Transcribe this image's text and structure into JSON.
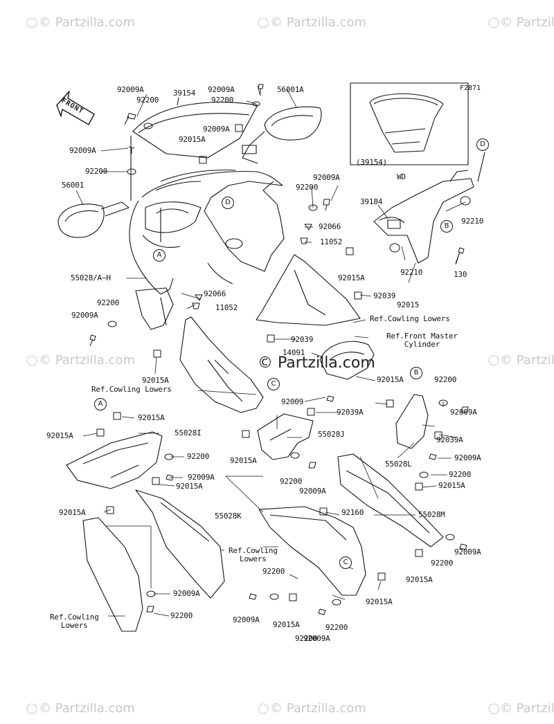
{
  "figure_id": "F2871",
  "front_label": "FRONT",
  "watermarks": {
    "brand": "© Partzilla.com",
    "center": "© Partzilla.com"
  },
  "inset": {
    "part": "(39154)",
    "variant": "WD"
  },
  "callouts": [
    "A",
    "B",
    "C",
    "D"
  ],
  "part_labels": {
    "p1": "92009A",
    "p2": "39154",
    "p3": "92009A",
    "p4": "56001A",
    "p5": "92200",
    "p6": "92200",
    "p7": "92009A",
    "p8": "92015A",
    "p9": "92009A",
    "p10": "92200",
    "p11": "56001",
    "p12": "92009A",
    "p13": "92200",
    "p14": "92066",
    "p15": "11052",
    "p16": "39184",
    "p17": "92210",
    "p18": "92210",
    "p19": "130",
    "p20": "92015A",
    "p21": "92015",
    "p22": "55028/A~H",
    "p23": "92200",
    "p24": "92009A",
    "p25": "92066",
    "p26": "11052",
    "p27": "92039",
    "p28": "92039",
    "p29": "14091",
    "p30": "92015A",
    "p31": "92015A",
    "p32": "92200",
    "p33": "92009",
    "p34": "92039A",
    "p35": "92009A",
    "p36": "92039A",
    "p37": "92015A",
    "p38": "92015A",
    "p39": "55028I",
    "p40": "55028J",
    "p41": "55028L",
    "p42": "92200",
    "p43": "92009A",
    "p44": "92015A",
    "p45": "92200",
    "p46": "92009A",
    "p47": "92015A",
    "p48": "92200",
    "p49": "92009A",
    "p50": "92015A",
    "p51": "92015A",
    "p52": "55028K",
    "p53": "92160",
    "p54": "55028M",
    "p55": "92009A",
    "p56": "92200",
    "p57": "92015A",
    "p58": "92200",
    "p59": "92009A",
    "p60": "92200",
    "p61": "92200",
    "p62": "92009A",
    "p63": "92015A",
    "p64": "92015A",
    "p65": "92200",
    "p66": "92009A"
  },
  "references": {
    "cowling_lowers_1": "Ref.Cowling Lowers",
    "cowling_lowers_2": "Ref.Cowling Lowers",
    "cowling_lowers_3": "Ref.Cowling\nLowers",
    "cowling_lowers_4": "Ref.Cowling\nLowers",
    "front_master_cylinder": "Ref.Front Master\nCylinder"
  }
}
